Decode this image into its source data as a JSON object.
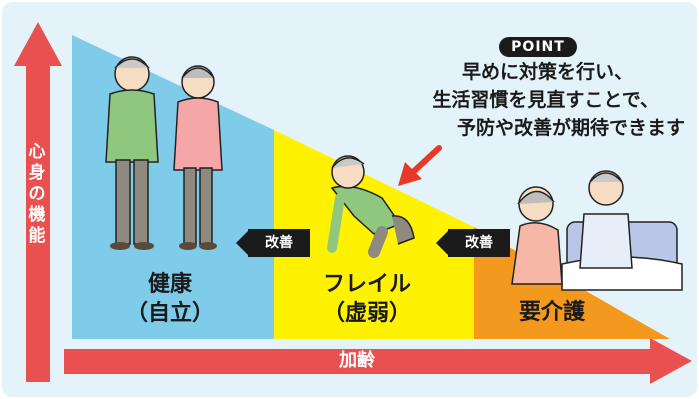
{
  "axes": {
    "vertical_label": "心身の機能",
    "horizontal_label": "加齢"
  },
  "point": {
    "tag": "POINT",
    "lines": [
      "早めに対策を行い、",
      "生活習慣を見直すことで、",
      "予防や改善が期待できます"
    ]
  },
  "stages": [
    {
      "line1": "健康",
      "line2": "（自立）",
      "color": "#7fcbea"
    },
    {
      "line1": "フレイル",
      "line2": "（虚弱）",
      "color": "#fff200"
    },
    {
      "line1": "要介護",
      "line2": "",
      "color": "#f39a1e"
    }
  ],
  "improve_badges": [
    "改善",
    "改善"
  ],
  "colors": {
    "background": "#e4f3fa",
    "axis_arrow": "#e8514f",
    "badge": "#1b1b1b",
    "pointer_arrow": "#e83828"
  }
}
